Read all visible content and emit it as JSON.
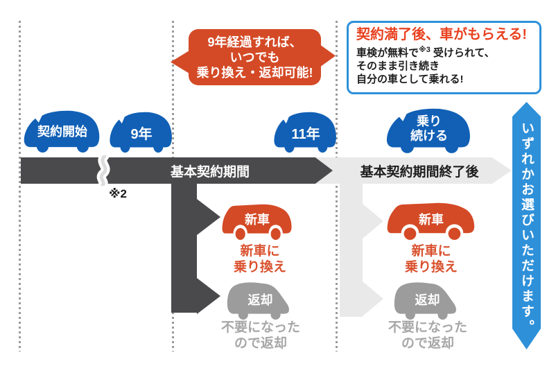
{
  "colors": {
    "car_blue": "#1160b6",
    "ribbon_blue": "#2e90d9",
    "accent_red": "#d44a26",
    "title_red": "#e8411f",
    "dark_gray": "#4a4a4c",
    "light_gray": "#e9e9ea",
    "gray_car": "#9c9c9c"
  },
  "bubble": {
    "line1": "9年経過すれば、",
    "line2": "いつでも",
    "line3": "乗り換え・返却可能!"
  },
  "info_box": {
    "title": "契約満了後、車がもらえる!",
    "line1_prefix": "車検が無料で",
    "line1_sup": "※3",
    "line1_suffix": "受けられて、",
    "line2": "そのまま引き続き",
    "line3": "自分の車として乗れる!"
  },
  "timeline": {
    "car_start": "契約開始",
    "car_9y": "9年",
    "car_11y": "11年",
    "car_keep_line1": "乗り",
    "car_keep_line2": "続ける",
    "bar_main": "基本契約期間",
    "bar_after": "基本契約期間終了後",
    "note": "※2"
  },
  "branch_left": {
    "new_car": "新車",
    "new_caption1": "新車に",
    "new_caption2": "乗り換え",
    "return_car": "返却",
    "return_caption1": "不要になった",
    "return_caption2": "ので返却"
  },
  "branch_right": {
    "new_car": "新車",
    "new_caption1": "新車に",
    "new_caption2": "乗り換え",
    "return_car": "返却",
    "return_caption1": "不要になった",
    "return_caption2": "ので返却"
  },
  "ribbon": {
    "text": "いずれかお選びいただけます。"
  }
}
